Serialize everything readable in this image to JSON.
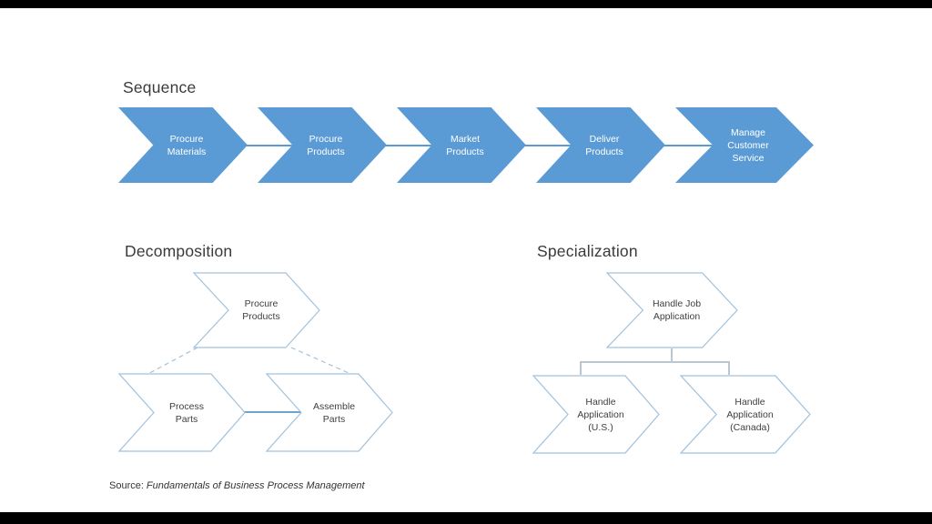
{
  "titles": {
    "sequence": "Sequence",
    "decomposition": "Decomposition",
    "specialization": "Specialization"
  },
  "colors": {
    "arrow_fill": "#5b9bd5",
    "arrow_text": "#ffffff",
    "outline_stroke": "#a3c2dc",
    "connector": "#b9c7d4",
    "solid_connector": "#6ea2cf"
  },
  "sequence": {
    "steps": [
      {
        "lines": [
          "Procure",
          "Materials"
        ]
      },
      {
        "lines": [
          "Procure",
          "Products"
        ]
      },
      {
        "lines": [
          "Market",
          "Products"
        ]
      },
      {
        "lines": [
          "Deliver",
          "Products"
        ]
      },
      {
        "lines": [
          "Manage",
          "Customer",
          "Service"
        ]
      }
    ]
  },
  "decomposition": {
    "parent": {
      "lines": [
        "Procure",
        "Products"
      ]
    },
    "children": [
      {
        "lines": [
          "Process",
          "Parts"
        ]
      },
      {
        "lines": [
          "Assemble",
          "Parts"
        ]
      }
    ]
  },
  "specialization": {
    "parent": {
      "lines": [
        "Handle Job",
        "Application"
      ]
    },
    "children": [
      {
        "lines": [
          "Handle",
          "Application",
          "(U.S.)"
        ]
      },
      {
        "lines": [
          "Handle",
          "Application",
          "(Canada)"
        ]
      }
    ]
  },
  "source": {
    "prefix": "Source:",
    "title": "Fundamentals of Business Process Management"
  }
}
